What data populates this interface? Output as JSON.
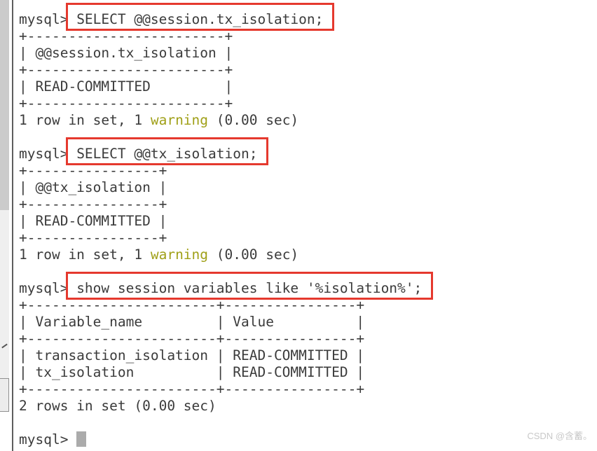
{
  "colors": {
    "text": "#3b3b3b",
    "warning": "#a0a018",
    "highlight_box": "#e5392e",
    "cursor": "#ababab"
  },
  "terminal": {
    "blocks": [
      {
        "prompt": "mysql>",
        "command": "SELECT @@session.tx_isolation;",
        "highlighted": true,
        "table_lines": [
          "+------------------------+",
          "| @@session.tx_isolation |",
          "+------------------------+",
          "| READ-COMMITTED         |",
          "+------------------------+"
        ],
        "status": {
          "before": "1 row in set, 1 ",
          "warning": "warning",
          "after": " (0.00 sec)"
        }
      },
      {
        "prompt": "mysql>",
        "command": "SELECT @@tx_isolation;",
        "highlighted": true,
        "table_lines": [
          "+----------------+",
          "| @@tx_isolation |",
          "+----------------+",
          "| READ-COMMITTED |",
          "+----------------+"
        ],
        "status": {
          "before": "1 row in set, 1 ",
          "warning": "warning",
          "after": " (0.00 sec)"
        }
      },
      {
        "prompt": "mysql>",
        "command": "show session variables like '%isolation%';",
        "highlighted": true,
        "table_lines": [
          "+-----------------------+----------------+",
          "| Variable_name         | Value          |",
          "+-----------------------+----------------+",
          "| transaction_isolation | READ-COMMITTED |",
          "| tx_isolation          | READ-COMMITTED |",
          "+-----------------------+----------------+"
        ],
        "status": {
          "before": "2 rows in set (0.00 sec)",
          "warning": "",
          "after": ""
        }
      }
    ],
    "final_prompt": "mysql>"
  },
  "watermark": {
    "text": "CSDN @含蓄。"
  }
}
